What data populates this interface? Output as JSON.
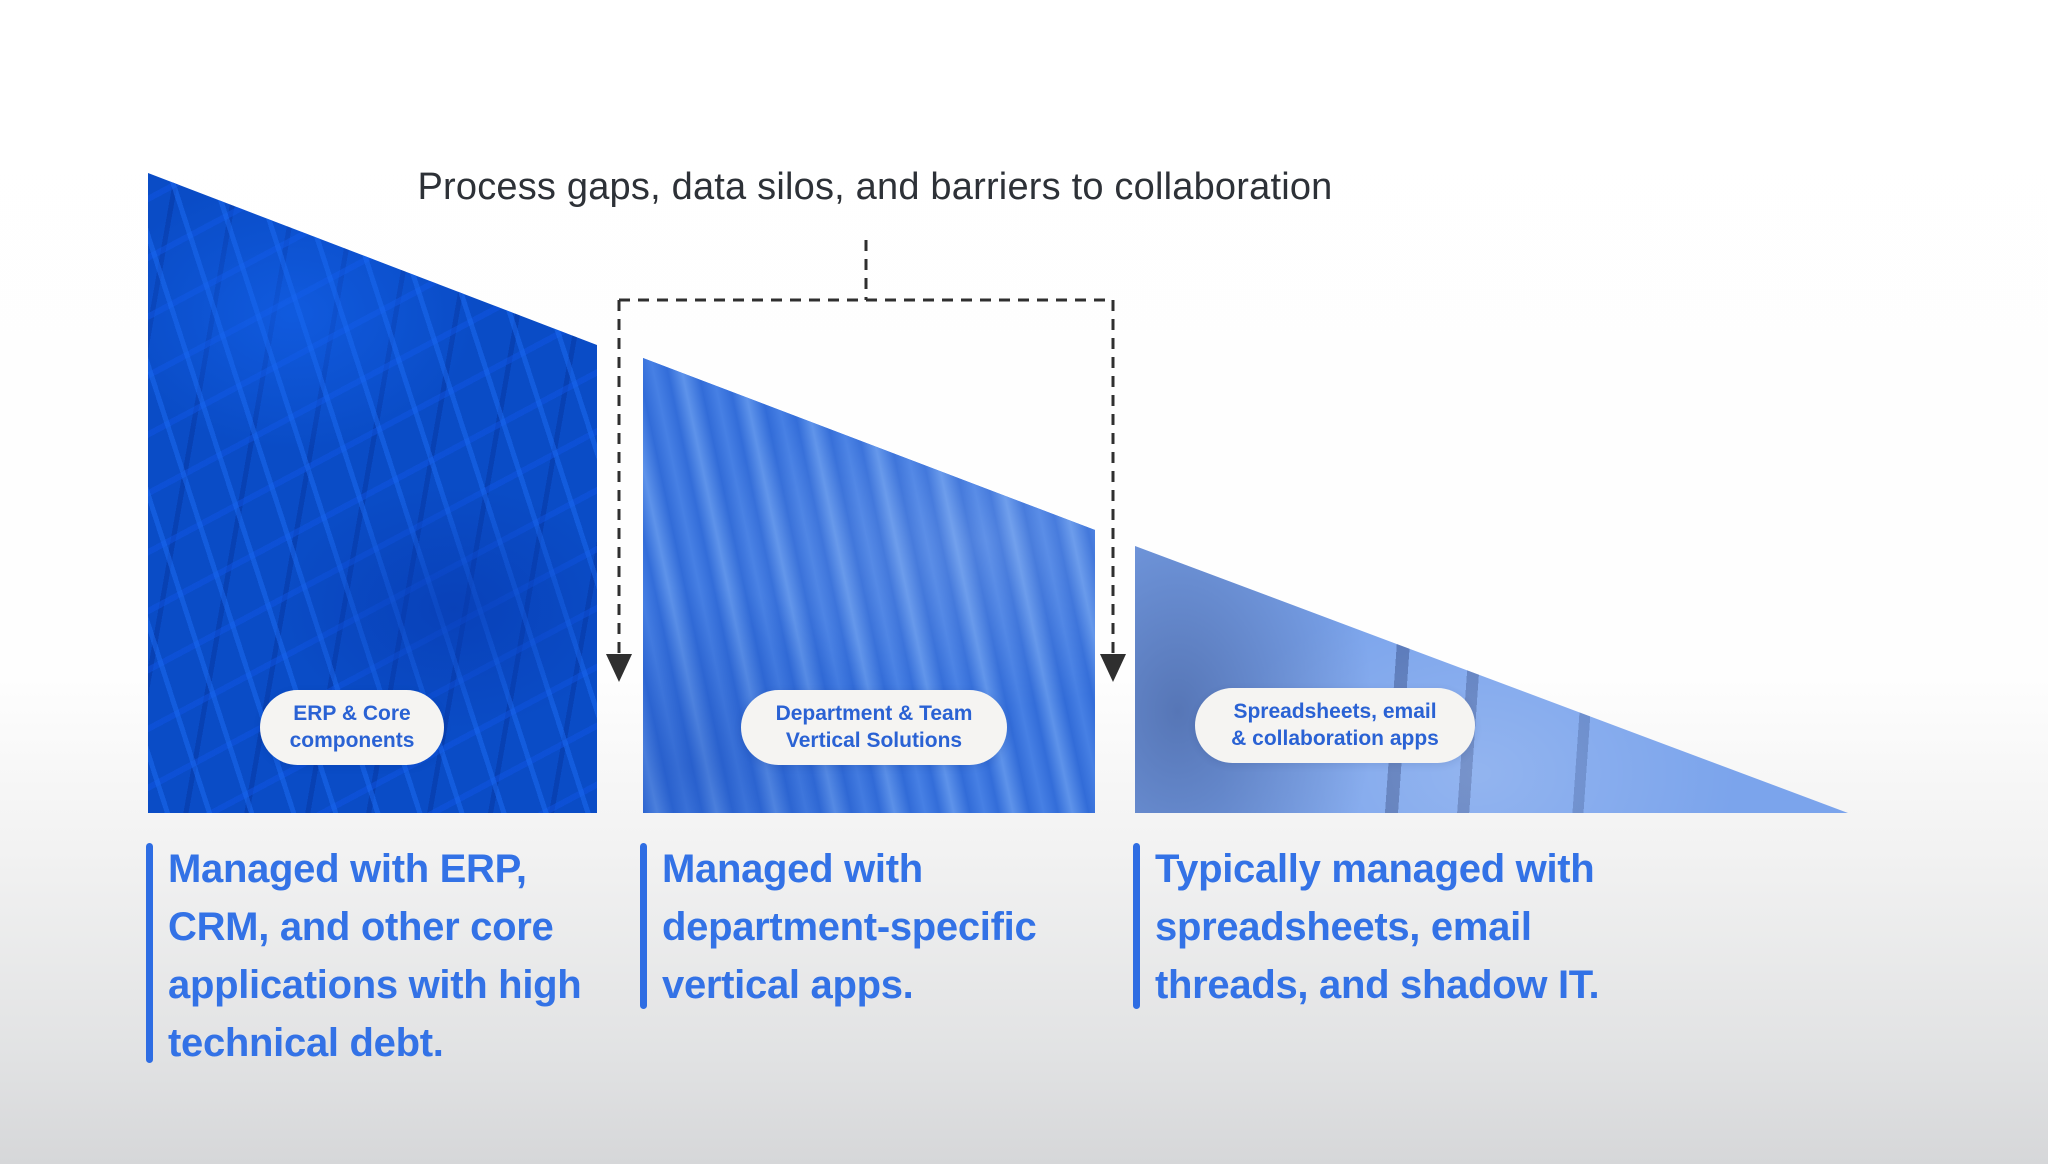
{
  "title": "Process gaps, data silos, and barriers to collaboration",
  "annotation_meaning": "down-arrows point into the gaps between the three application tiers",
  "colors": {
    "title_text": "#2d3137",
    "dash_line": "#2f2f2f",
    "accent_bar": "#2e6de3",
    "description_text": "#3372e6",
    "pill_background": "#f5f4f2",
    "pill_text": "#2a62d4",
    "tier1_blue": "#0a4cc6",
    "tier2_blue": "#3a74df",
    "tier3_blue": "#7ba4ec"
  },
  "sections": [
    {
      "pill_lines": [
        "ERP & Core",
        "components"
      ],
      "description_lines": [
        "Managed with ERP,",
        "CRM, and other core",
        "applications with high",
        "technical debt."
      ]
    },
    {
      "pill_lines": [
        "Department & Team",
        "Vertical Solutions"
      ],
      "description_lines": [
        "Managed with",
        "department-specific",
        "vertical apps."
      ]
    },
    {
      "pill_lines": [
        "Spreadsheets, email",
        "& collaboration apps"
      ],
      "description_lines": [
        "Typically managed with",
        "spreadsheets, email",
        "threads, and shadow IT."
      ]
    }
  ]
}
